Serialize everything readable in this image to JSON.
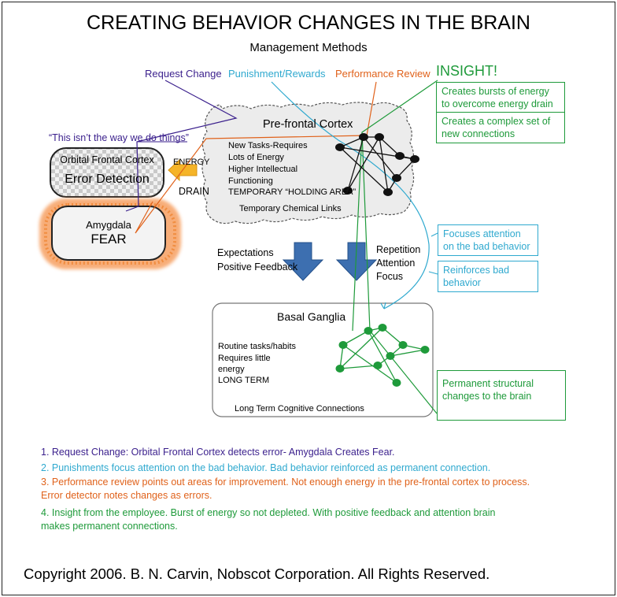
{
  "title": "CREATING BEHAVIOR CHANGES IN THE BRAIN",
  "subtitle": "Management Methods",
  "methods": {
    "request_change": "Request Change",
    "punishment_rewards": "Punishment/Rewards",
    "performance_review": "Performance Review",
    "insight": "INSIGHT!"
  },
  "insight_boxes": [
    "Creates bursts of energy to overcome energy drain",
    "Creates a complex set of new connections"
  ],
  "quote": "“This isn’t the way we do things”",
  "orbital": {
    "title": "Orbital Frontal Cortex",
    "label": "Error Detection"
  },
  "energy_drain": {
    "line1": "ENERGY",
    "line2": "DRAIN"
  },
  "amygdala": {
    "title": "Amygdala",
    "label": "FEAR"
  },
  "prefrontal": {
    "title": "Pre-frontal Cortex",
    "lines": [
      "New Tasks-Requires",
      "Lots of Energy",
      "Higher Intellectual",
      "Functioning",
      "TEMPORARY “HOLDING AREA”"
    ],
    "footer": "Temporary Chemical Links"
  },
  "left_arrow_labels": [
    "Expectations",
    "Positive Feedback"
  ],
  "right_arrow_labels": [
    "Repetition",
    "Attention",
    "Focus"
  ],
  "cyan_boxes": [
    "Focuses attention on the bad behavior",
    "Reinforces bad behavior"
  ],
  "basal": {
    "title": "Basal Ganglia",
    "lines": [
      "Routine tasks/habits",
      "Requires little",
      "energy",
      "LONG TERM"
    ],
    "footer": "Long Term Cognitive Connections"
  },
  "permanent_box": "Permanent  structural changes to the brain",
  "notes": [
    "1. Request Change: Orbital Frontal Cortex detects error- Amygdala Creates Fear.",
    "2. Punishments focus attention on the bad behavior.  Bad behavior reinforced as permanent connection.",
    "3. Performance review points out areas for improvement.  Not enough energy in the pre-frontal cortex to process.",
    "Error detector notes changes as errors.",
    "4.  Insight from the employee. Burst of energy so not depleted. With positive feedback and attention brain",
    "makes permanent connections."
  ],
  "copyright": "Copyright 2006.  B. N. Carvin, Nobscot Corporation. All Rights Reserved.",
  "colors": {
    "purple": "#3a1f8c",
    "cyan": "#2fa9cf",
    "orange": "#e0621b",
    "green": "#1e9a3a",
    "arrow_blue": "#3d6fb0",
    "drain_yellow": "#f5b428"
  }
}
